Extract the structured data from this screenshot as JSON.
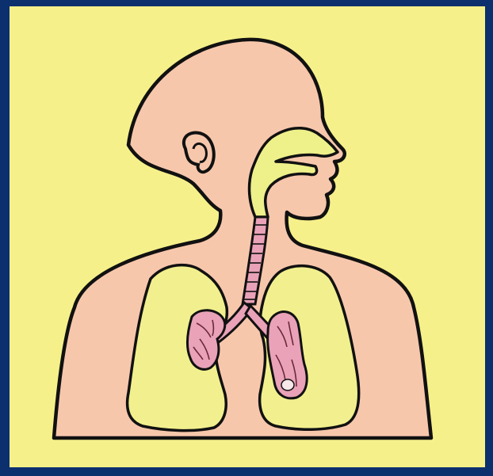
{
  "colors": {
    "outer_border": "#0c2f6e",
    "background": "#f6f08a",
    "skin": "#f7c7ac",
    "lungs": "#f2f08e",
    "nasal_cavity": "#eef08a",
    "bronchi": "#e9a2b8",
    "outline": "#111111"
  },
  "parts": [
    {
      "id": "head",
      "icon": "head-profile-icon"
    },
    {
      "id": "nasal-cavity",
      "icon": "nasal-cavity-icon"
    },
    {
      "id": "trachea",
      "icon": "trachea-icon"
    },
    {
      "id": "left-lung",
      "icon": "lung-icon"
    },
    {
      "id": "right-lung",
      "icon": "lung-icon"
    },
    {
      "id": "bronchial-tree",
      "icon": "bronchi-icon"
    }
  ]
}
